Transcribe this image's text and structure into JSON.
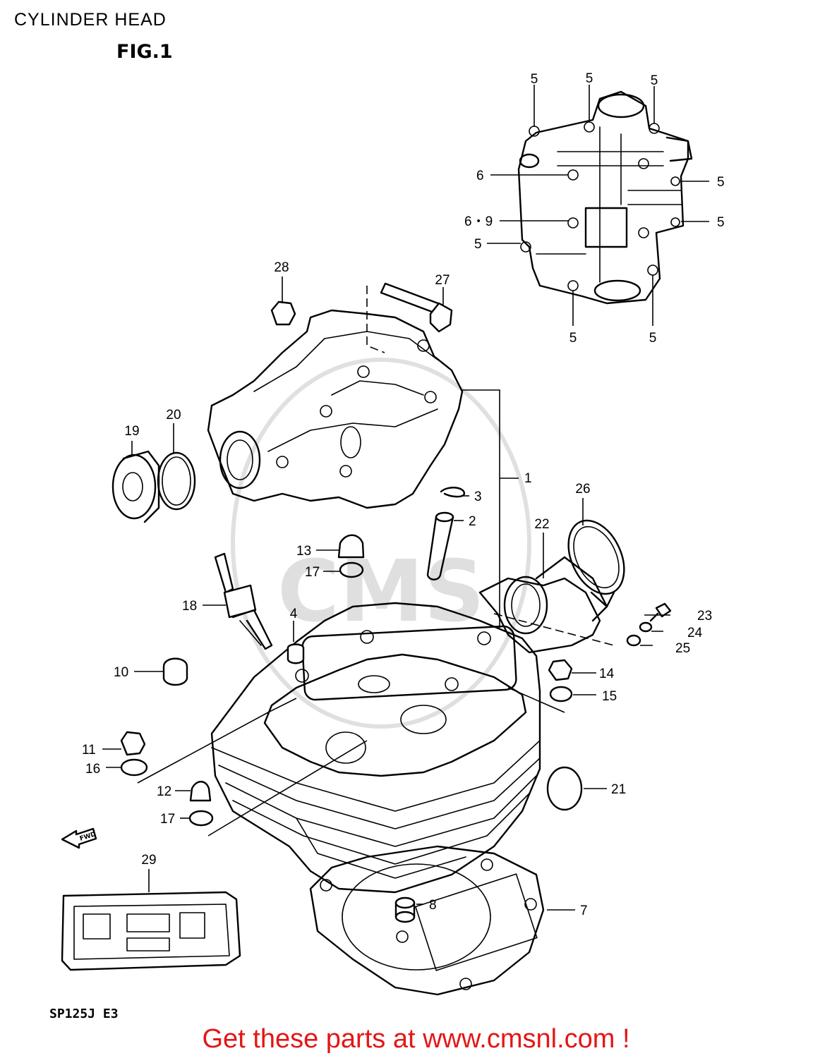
{
  "page": {
    "title": "CYLINDER HEAD",
    "figure_label": "FIG.1",
    "model_code": "SP125J E3",
    "footer_banner": "Get these parts at www.cmsnl.com !",
    "fwd_arrow_label": "FWD",
    "watermark": "CMS"
  },
  "callouts": {
    "c1": "1",
    "c2": "2",
    "c3": "3",
    "c4": "4",
    "c5a": "5",
    "c5b": "5",
    "c5c": "5",
    "c5d": "5",
    "c5e": "5",
    "c5f": "5",
    "c5g": "5",
    "c5h": "5",
    "c6": "6",
    "c69": "6・9",
    "c7": "7",
    "c8": "8",
    "c10": "10",
    "c11": "11",
    "c12": "12",
    "c13": "13",
    "c14": "14",
    "c15": "15",
    "c16": "16",
    "c17a": "17",
    "c17b": "17",
    "c18": "18",
    "c19": "19",
    "c20": "20",
    "c21": "21",
    "c22": "22",
    "c23": "23",
    "c24": "24",
    "c25": "25",
    "c26": "26",
    "c27": "27",
    "c28": "28",
    "c29": "29"
  },
  "colors": {
    "banner": "#e41616",
    "ink": "#000000",
    "paper": "#ffffff"
  }
}
